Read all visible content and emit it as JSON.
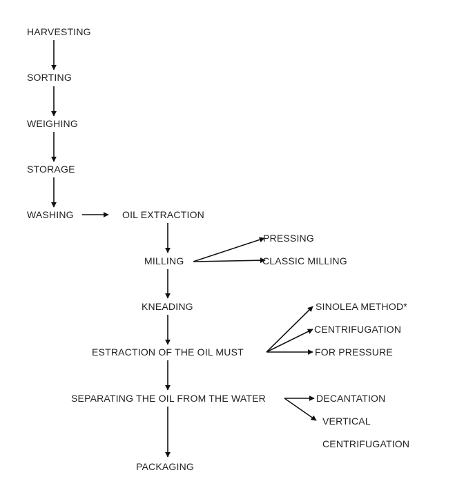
{
  "diagram": {
    "nodes": {
      "harvesting": "HARVESTING",
      "sorting": "SORTING",
      "weighing": "WEIGHING",
      "storage": "STORAGE",
      "washing": "WASHING",
      "oil_extraction": "OIL EXTRACTION",
      "milling": "MILLING",
      "pressing": "PRESSING",
      "classic_milling": "CLASSIC MILLING",
      "kneading": "KNEADING",
      "sinolea": "SINOLEA METHOD*",
      "centrifugation": "CENTRIFUGATION",
      "for_pressure": "FOR PRESSURE",
      "extraction_must": "ESTRACTION OF THE OIL MUST",
      "separating": "SEPARATING THE OIL FROM THE WATER",
      "decantation": "DECANTATION",
      "vertical": "VERTICAL",
      "vertical_centrifugation": "CENTRIFUGATION",
      "packaging": "PACKAGING"
    },
    "colors": {
      "line": "#111111",
      "text": "#222222",
      "background": "#ffffff"
    }
  }
}
